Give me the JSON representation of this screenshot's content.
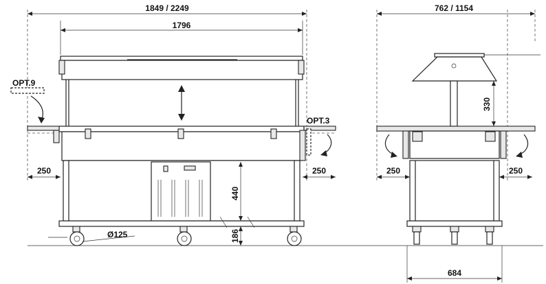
{
  "front_view": {
    "overall_width": "1849 / 2249",
    "inner_width": "1796",
    "option_left": "OPT.9",
    "option_right": "OPT.3",
    "shelf_left": "250",
    "shelf_right": "250",
    "body_height": "440",
    "clearance": "186",
    "wheel_diameter": "Ø125"
  },
  "side_view": {
    "overall_width": "762 / 1154",
    "canopy_height": "330",
    "shelf_left": "250",
    "shelf_right": "250",
    "base_width": "684"
  }
}
